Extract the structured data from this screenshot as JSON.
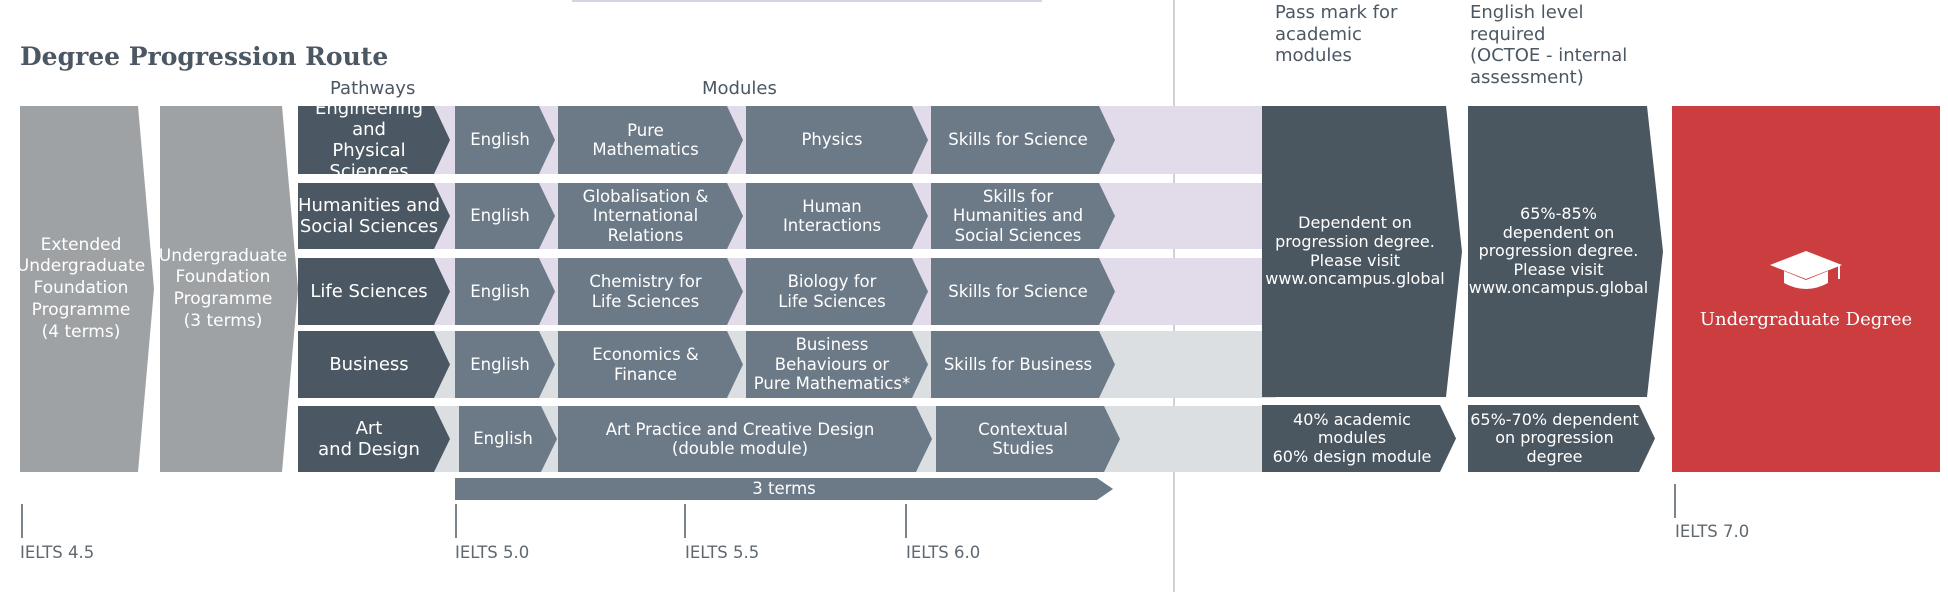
{
  "title": "Degree Progression Route",
  "headers": {
    "pathways": "Pathways",
    "modules": "Modules",
    "pass_mark": "Pass mark for\nacademic\nmodules",
    "english_level": "English level\nrequired\n(OCTOE - internal\nassessment)"
  },
  "foundation": {
    "extended": "Extended\nUndergraduate\nFoundation\nProgramme\n(4 terms)",
    "undergraduate": "Undergraduate\nFoundation\nProgramme\n(3 terms)"
  },
  "rows": [
    {
      "pathway": "Engineering and\nPhysical Sciences",
      "m1": "English",
      "m2": "Pure\nMathematics",
      "m3": "Physics",
      "m4": "Skills for Science"
    },
    {
      "pathway": "Humanities and\nSocial Sciences",
      "m1": "English",
      "m2": "Globalisation &\nInternational\nRelations",
      "m3": "Human\nInteractions",
      "m4": "Skills for\nHumanities  and\nSocial Sciences"
    },
    {
      "pathway": "Life Sciences",
      "m1": "English",
      "m2": "Chemistry for\nLife Sciences",
      "m3": "Biology  for\nLife Sciences",
      "m4": "Skills for Science"
    },
    {
      "pathway": "Business",
      "m1": "English",
      "m2": "Economics &\nFinance",
      "m3": "Business\nBehaviours or\nPure Mathematics*",
      "m4": "Skills for Business"
    },
    {
      "pathway": "Art\nand Design",
      "m1": "English",
      "m2": "Art Practice and Creative Design\n(double module)",
      "m4": "Contextual\nStudies"
    }
  ],
  "terms_bar": "3 terms",
  "pass_mark": {
    "main": "Dependent on\nprogression degree.\nPlease visit\nwww.oncampus.global",
    "art": "40% academic\nmodules\n60% design module"
  },
  "english": {
    "main": "65%-85%\ndependent on\nprogression degree.\nPlease visit\nwww.oncampus.global",
    "art": "65%-70% dependent\non progression\ndegree"
  },
  "degree": {
    "label": "Undergraduate Degree",
    "icon": "graduation-cap-icon"
  },
  "ielts": [
    "IELTS 4.5",
    "IELTS 5.0",
    "IELTS 5.5",
    "IELTS 6.0",
    "IELTS 7.0"
  ],
  "colors": {
    "dark": "#4a5660",
    "module": "#6c7987",
    "foundation": "#9ea2a5",
    "degree": "#cc3d3f",
    "lavender_band": "#e2dbea",
    "grey_band": "#dcdfe2"
  }
}
